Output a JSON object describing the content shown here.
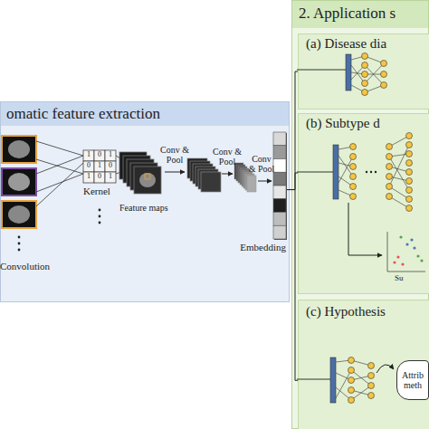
{
  "diagram": {
    "nodes": [
      {
        "text": [
          "omatic feature extraction"
        ]
      },
      {
        "text": [
          "Embedding"
        ],
        "in": 0
      },
      {
        "text": [
          "2. Application s"
        ]
      },
      {
        "text": [
          "(a) Disease dia"
        ],
        "in": 2
      },
      {
        "text": [
          "(b) Subtype d"
        ],
        "in": 2
      },
      {
        "text": [
          "(c) Hypothesis"
        ],
        "in": 2
      },
      {
        "text": [
          "Attrib meth"
        ],
        "in": 5
      }
    ],
    "edges": [
      {
        "from": 1,
        "to": 3,
        "arrow": "none"
      },
      {
        "from": 1,
        "to": 4,
        "arrow": "none"
      },
      {
        "from": 1,
        "to": 5,
        "arrow": "none"
      }
    ],
    "labels": [
      "Kernel",
      "1",
      "0",
      "1",
      "0",
      "1",
      "0",
      "1",
      "0",
      "1",
      "Convolution",
      "Feature maps",
      "Conv & Pool",
      "Conv & Pool",
      "Conv & Pool",
      "Su"
    ]
  }
}
